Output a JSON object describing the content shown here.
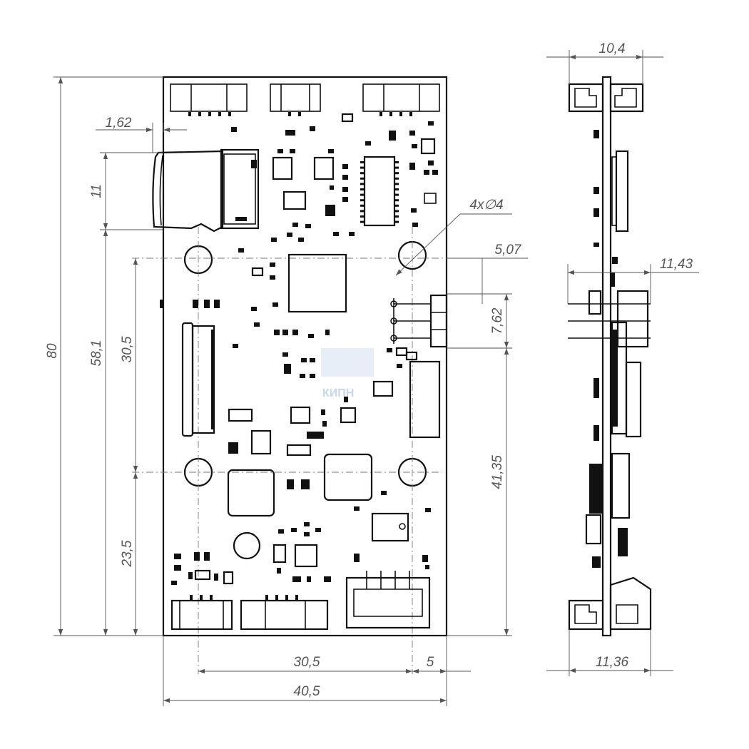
{
  "dimensions": {
    "board_width": "40,5",
    "board_height": "80",
    "hole_spacing_x": "30,5",
    "hole_edge_offset": "5",
    "hole_spacing_y": "30,5",
    "hole_lower_y": "23,5",
    "hole_upper_y": "58,1",
    "card_width": "11",
    "card_overhang": "1,62",
    "holes": "4x∅4",
    "header_offset": "5,07",
    "header_pitch": "7,62",
    "header_to_bottom": "41,35",
    "side_top": "10,4",
    "side_mid": "11,43",
    "side_bottom": "11,36"
  },
  "watermark": "КИПН",
  "colors": {
    "line": "#111111",
    "dim": "#555555",
    "watermark": "#c8d6ee"
  }
}
